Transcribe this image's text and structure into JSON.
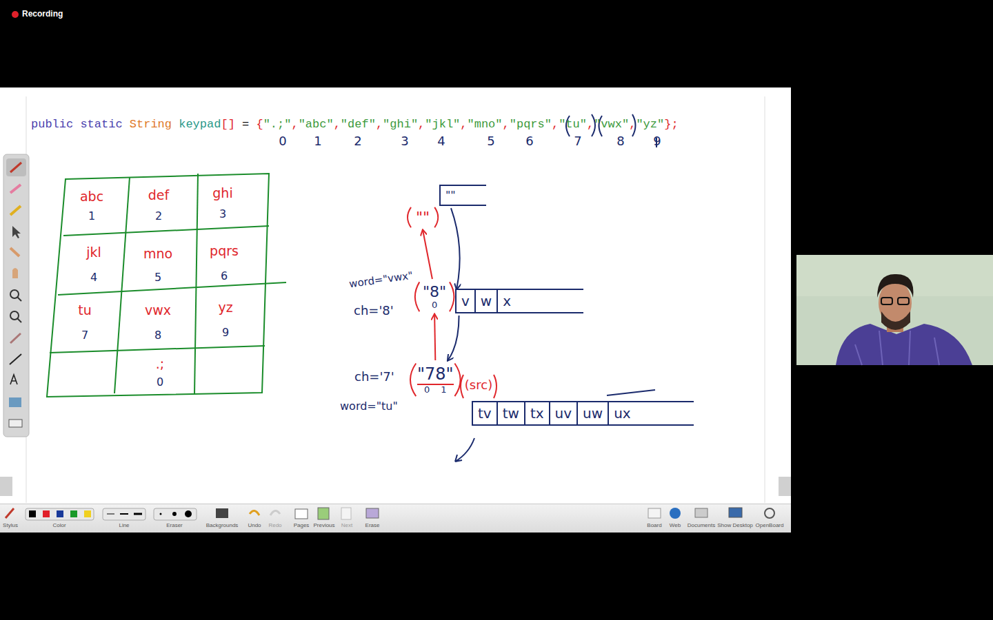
{
  "diagram": {
    "nodes": [
      {
        "text": [
          "\"\""
        ]
      },
      {
        "text": [
          "\"\""
        ]
      },
      {
        "text": [
          "\"8\"",
          "0"
        ]
      },
      {
        "text": [
          "v",
          "w",
          "x"
        ]
      },
      {
        "text": [
          "\"78\"",
          "0",
          "1"
        ]
      },
      {
        "text": [
          "tv",
          "tw",
          "tx",
          "uv",
          "uw",
          "ux"
        ]
      }
    ],
    "edges": [
      {
        "from": 4,
        "to": 2,
        "arrow": "to"
      },
      {
        "from": 2,
        "to": 0,
        "arrow": "to"
      },
      {
        "from": 1,
        "to": 2,
        "arrow": "to"
      },
      {
        "from": 3,
        "to": 4,
        "arrow": "to"
      }
    ],
    "labels": [
      "Recording",
      "public static",
      "String",
      "keypad",
      "[]",
      "=",
      "{",
      "\".;\"",
      ",",
      "\"abc\"",
      ",",
      "\"def\"",
      ",",
      "\"ghi\"",
      ",",
      "\"jkl\"",
      ",",
      "\"mno\"",
      ",",
      "\"pqrs\"",
      ",",
      "\"tu\"",
      ",",
      "\"vwx\"",
      ",",
      "\"yz\"",
      "};",
      "0",
      "1",
      "2",
      "3",
      "4",
      "5",
      "6",
      "7",
      "8",
      "9",
      "abc",
      "1",
      "def",
      "2",
      "ghi",
      "3",
      "jkl",
      "4",
      "mno",
      "5",
      "pqrs",
      "6",
      "tu",
      "7",
      "vwx",
      "8",
      "yz",
      "9",
      ".;",
      "0",
      "word=\"vwx\"",
      "ch='8'",
      "ch='7'",
      "word=\"tu\"",
      "(src)",
      "Stylus",
      "Color",
      "Line",
      "Eraser",
      "Backgrounds",
      "Undo",
      "Redo",
      "Pages",
      "Previous",
      "Next",
      "Erase",
      "Board",
      "Web",
      "Documents",
      "Show Desktop",
      "OpenBoard"
    ]
  }
}
